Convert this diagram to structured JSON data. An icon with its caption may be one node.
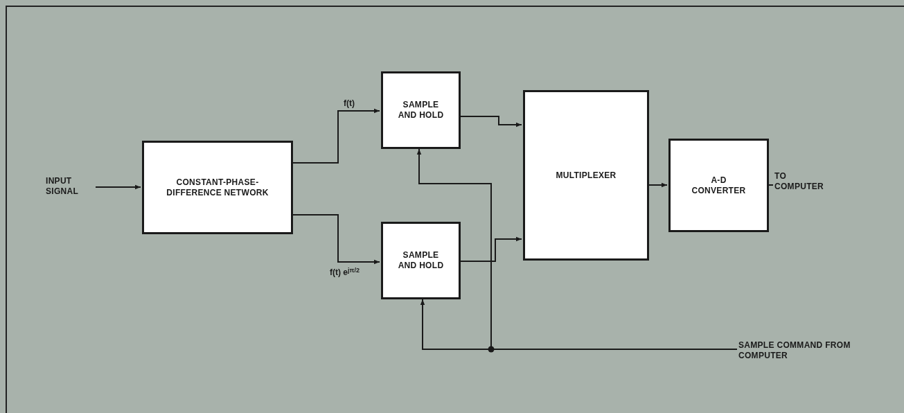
{
  "diagram": {
    "nodes": [
      {
        "text": [
          "INPUT SIGNAL"
        ]
      },
      {
        "text": [
          "CONSTANT-PHASE-DIFFERENCE NETWORK"
        ]
      },
      {
        "text": [
          "SAMPLE AND HOLD"
        ]
      },
      {
        "text": [
          "SAMPLE AND HOLD"
        ]
      },
      {
        "text": [
          "MULTIPLEXER"
        ]
      },
      {
        "text": [
          "A-D CONVERTER"
        ]
      },
      {
        "text": [
          "TO COMPUTER"
        ]
      },
      {
        "text": [
          "SAMPLE COMMAND FROM COMPUTER"
        ]
      }
    ],
    "edges": [
      {
        "from": 0,
        "to": 1,
        "arrow": "to"
      },
      {
        "from": 1,
        "to": 2,
        "arrow": "to",
        "label": "f(t)"
      },
      {
        "from": 1,
        "to": 3,
        "arrow": "to",
        "label": "f(t) e$^{jπ/2}$"
      },
      {
        "from": 2,
        "to": 4,
        "arrow": "to"
      },
      {
        "from": 3,
        "to": 4,
        "arrow": "to"
      },
      {
        "from": 4,
        "to": 5,
        "arrow": "to"
      },
      {
        "from": 5,
        "to": 6,
        "arrow": "none"
      },
      {
        "from": 7,
        "to": 2,
        "arrow": "to"
      },
      {
        "from": 7,
        "to": 3,
        "arrow": "to"
      }
    ]
  }
}
